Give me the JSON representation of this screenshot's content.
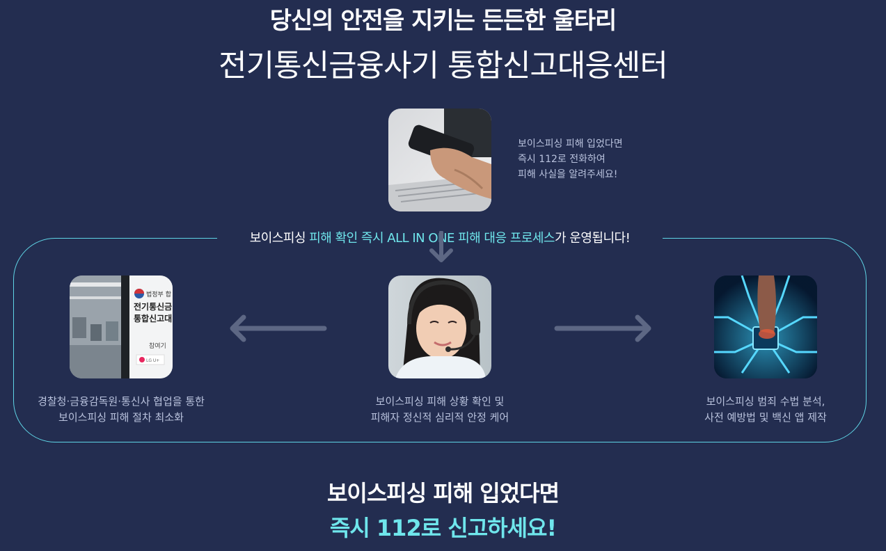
{
  "header": {
    "headline": "당신의 안전을 지키는 든든한 울타리",
    "center_name": "전기통신금융사기 통합신고대응센터"
  },
  "intro": {
    "line1": "보이스피싱 피해 입었다면",
    "line2": "즉시 112로 전화하여",
    "line3": "피해 사실을 알려주세요!"
  },
  "process": {
    "label_pre": "보이스피싱 ",
    "label_accent": "피해 확인 즉시 ALL IN ONE 피해 대응 프로세스",
    "label_post": "가 운영됩니다!",
    "left": {
      "line1": "경찰청·금융감독원·통신사 협업을 통한",
      "line2": "보이스피싱 피해 절차 최소화",
      "sign_line1": "법정부 합",
      "sign_line2": "전기통신금",
      "sign_line3": "통합신고대",
      "sign_line4": "참여기",
      "sign_logo": "LG U+"
    },
    "center": {
      "line1": "보이스피싱 피해 상황 확인 및",
      "line2": "피해자 정신적 심리적 안정 케어"
    },
    "right": {
      "line1": "보이스피싱 범죄 수법 분석,",
      "line2": "사전 예방법 및 백신 앱 제작"
    }
  },
  "footer": {
    "line1": "보이스피싱 피해 입었다면",
    "line2": "즉시 112로 신고하세요!"
  },
  "colors": {
    "background": "#232d50",
    "accent": "#6fe6ec",
    "muted_text": "#b9c2dd",
    "arrow": "#5d6784"
  }
}
